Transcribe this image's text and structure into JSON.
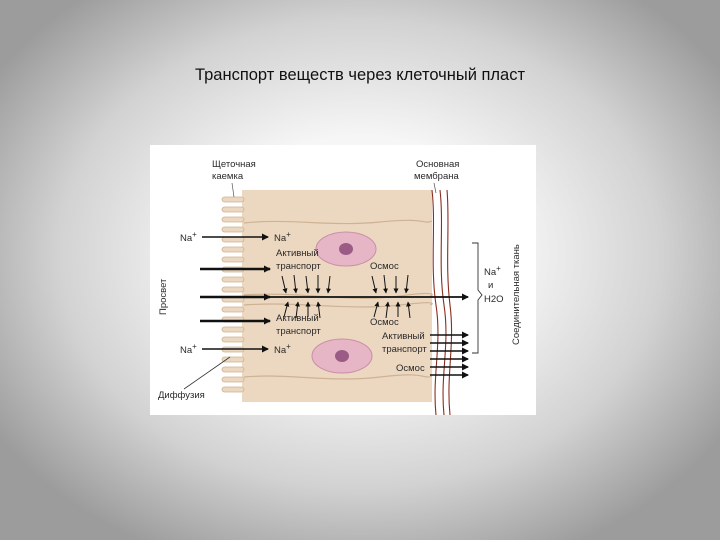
{
  "slide": {
    "title": "Транспорт веществ через клеточный пласт"
  },
  "diagram": {
    "labels": {
      "brush_border": [
        "Щеточная",
        "каемка"
      ],
      "basement_membrane": [
        "Основная",
        "мембрана"
      ],
      "lumen": "Просвет",
      "connective_tissue": "Соединительная ткань",
      "na_plus_left": "Na",
      "na_plus_cell": "Na",
      "plus_sign": "+",
      "active_transport_1": [
        "Активный",
        "транспорт"
      ],
      "osmosis_1": "Осмос",
      "active_transport_2": [
        "Активный",
        "транспорт"
      ],
      "osmosis_2": "Осмос",
      "active_transport_3": [
        "Активный",
        "транспорт"
      ],
      "osmosis_3": "Осмос",
      "na_plus_right": "Na",
      "and_word": "и",
      "water": "H2O",
      "diffusion": "Диффузия"
    },
    "colors": {
      "cell": "#ecd8c0",
      "cell_border": "#cdb293",
      "nucleus": "#e6b6c6",
      "nucleolus": "#9a5c85",
      "membrane": "#8a2e1e",
      "arrow": "#111111"
    }
  }
}
